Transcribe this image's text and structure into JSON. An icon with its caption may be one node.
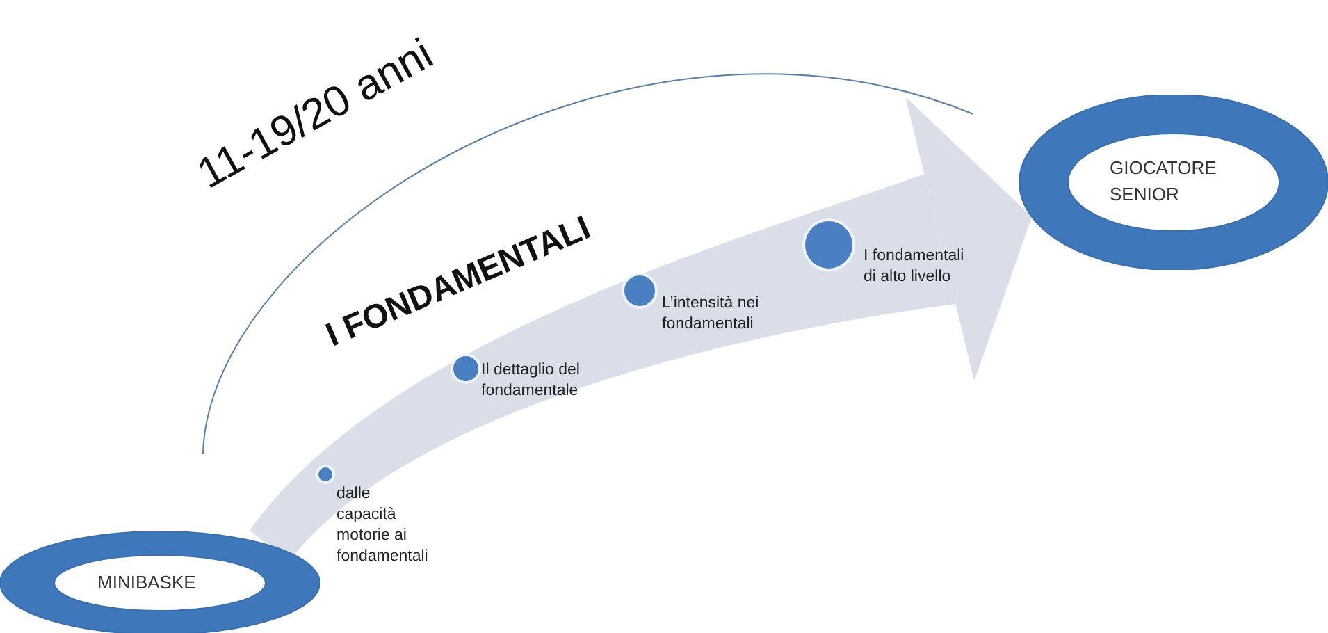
{
  "diagram": {
    "nodes": [
      {
        "text": [
          "MINIBASKE"
        ]
      },
      {
        "text": [
          "GIOCATORE SENIOR"
        ]
      },
      {
        "text": [],
        "shape": "circle",
        "beside": [
          "dalle capacità motorie ai fondamentali"
        ]
      },
      {
        "text": [],
        "shape": "circle",
        "beside": [
          "Il dettaglio del fondamentale"
        ]
      },
      {
        "text": [],
        "shape": "circle",
        "beside": [
          "L’intensità nei fondamentali"
        ]
      },
      {
        "text": [],
        "shape": "circle",
        "beside": [
          "I fondamentali di alto livello"
        ]
      }
    ],
    "edges": [
      {
        "from": 0,
        "to": 1,
        "arrow": "to"
      }
    ],
    "labels": [
      "11-19/20 anni",
      "I FONDAMENTALI"
    ]
  }
}
